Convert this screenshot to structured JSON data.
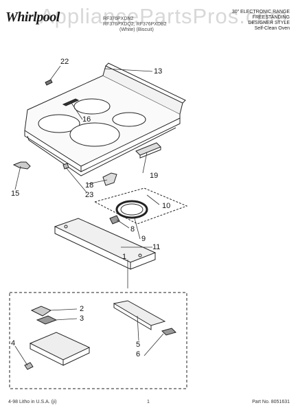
{
  "header": {
    "brand": "Whirlpool",
    "watermark": "AppliancePartsPros.com",
    "model_line1": "RF376PXDN2",
    "model_line2": "RF376PXDQ2, RF376PXDB2",
    "model_line3": "(White)  (Biscuit)",
    "title_line1": "30\" ELECTRONIC RANGE",
    "title_line2": "FREESTANDING",
    "title_line3": "DESIGNER STYLE",
    "title_line4": "Self-Clean Oven"
  },
  "callouts": [
    {
      "id": "c22",
      "label": "22"
    },
    {
      "id": "c13",
      "label": "13"
    },
    {
      "id": "c16",
      "label": "16"
    },
    {
      "id": "c19",
      "label": "19"
    },
    {
      "id": "c15",
      "label": "15"
    },
    {
      "id": "c18",
      "label": "18"
    },
    {
      "id": "c23",
      "label": "23"
    },
    {
      "id": "c10",
      "label": "10"
    },
    {
      "id": "c8",
      "label": "8"
    },
    {
      "id": "c9",
      "label": "9"
    },
    {
      "id": "c11",
      "label": "11"
    },
    {
      "id": "c1",
      "label": "1"
    },
    {
      "id": "c2",
      "label": "2"
    },
    {
      "id": "c3",
      "label": "3"
    },
    {
      "id": "c4",
      "label": "4"
    },
    {
      "id": "c5",
      "label": "5"
    },
    {
      "id": "c6",
      "label": "6"
    }
  ],
  "footer": {
    "litho": "4-98 Litho in U.S.A. (ji)",
    "page": "1",
    "part_no": "Part No. 8051631"
  }
}
